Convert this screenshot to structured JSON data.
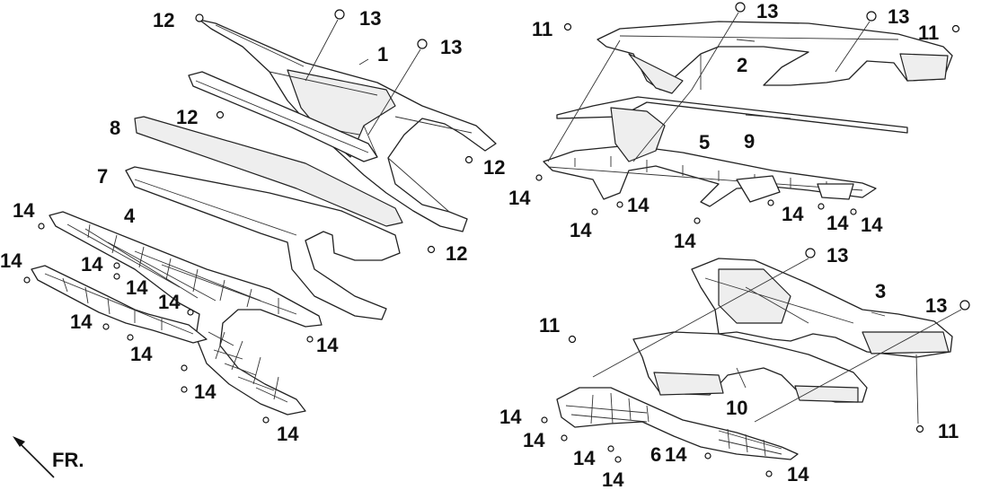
{
  "diagram": {
    "callouts": [
      {
        "id": "c12a",
        "text": "12"
      },
      {
        "id": "c13a",
        "text": "13"
      },
      {
        "id": "c1",
        "text": "1"
      },
      {
        "id": "c13b",
        "text": "13"
      },
      {
        "id": "c12b",
        "text": "12"
      },
      {
        "id": "c8",
        "text": "8"
      },
      {
        "id": "c12c",
        "text": "12"
      },
      {
        "id": "c7",
        "text": "7"
      },
      {
        "id": "c12d",
        "text": "12"
      },
      {
        "id": "c14a",
        "text": "14"
      },
      {
        "id": "c4",
        "text": "4"
      },
      {
        "id": "c14b",
        "text": "14"
      },
      {
        "id": "c14c",
        "text": "14"
      },
      {
        "id": "c14d",
        "text": "14"
      },
      {
        "id": "c14e",
        "text": "14"
      },
      {
        "id": "c14f",
        "text": "14"
      },
      {
        "id": "c14g",
        "text": "14"
      },
      {
        "id": "c14h",
        "text": "14"
      },
      {
        "id": "c14i",
        "text": "14"
      },
      {
        "id": "c14j",
        "text": "14"
      },
      {
        "id": "c11a",
        "text": "11"
      },
      {
        "id": "c13c",
        "text": "13"
      },
      {
        "id": "c13d",
        "text": "13"
      },
      {
        "id": "c11b",
        "text": "11"
      },
      {
        "id": "c2",
        "text": "2"
      },
      {
        "id": "c9",
        "text": "9"
      },
      {
        "id": "c5",
        "text": "5"
      },
      {
        "id": "c14k",
        "text": "14"
      },
      {
        "id": "c14l",
        "text": "14"
      },
      {
        "id": "c14m",
        "text": "14"
      },
      {
        "id": "c14n",
        "text": "14"
      },
      {
        "id": "c14o",
        "text": "14"
      },
      {
        "id": "c14p",
        "text": "14"
      },
      {
        "id": "c14q",
        "text": "14"
      },
      {
        "id": "c13e",
        "text": "13"
      },
      {
        "id": "c3",
        "text": "3"
      },
      {
        "id": "c13f",
        "text": "13"
      },
      {
        "id": "c11c",
        "text": "11"
      },
      {
        "id": "c10",
        "text": "10"
      },
      {
        "id": "c14r",
        "text": "14"
      },
      {
        "id": "c11d",
        "text": "11"
      },
      {
        "id": "c14s",
        "text": "14"
      },
      {
        "id": "c14t",
        "text": "14"
      },
      {
        "id": "c6",
        "text": "6"
      },
      {
        "id": "c14u",
        "text": "14"
      },
      {
        "id": "c14v",
        "text": "14"
      },
      {
        "id": "c14w",
        "text": "14"
      }
    ],
    "direction_label": "FR."
  }
}
